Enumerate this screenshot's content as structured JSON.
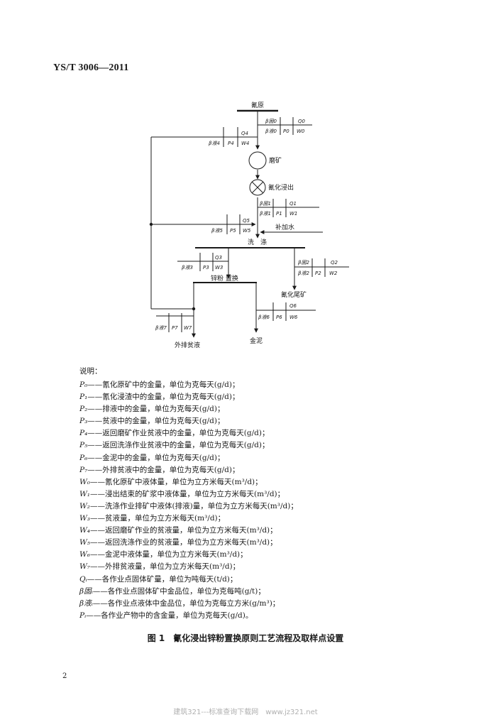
{
  "header": {
    "std_number": "YS/T 3006—2011"
  },
  "diagram": {
    "labels": {
      "cyanide_raw": "氰原",
      "grinding": "磨矿",
      "leaching": "氰化浸出",
      "makeup_water": "补加水",
      "washing": "洗　涤",
      "zinc_replacement": "锌粉 置换",
      "tailings": "氰化尾矿",
      "discharge": "外排贫液",
      "gold_mud": "金泥"
    },
    "boxes": [
      {
        "id": "box0",
        "q": "Q0",
        "bg": "β固0",
        "by": "β液0",
        "p": "P0",
        "w": "W0"
      },
      {
        "id": "box4",
        "q": "Q4",
        "by": "β液4",
        "p": "P4",
        "w": "W4"
      },
      {
        "id": "box1",
        "q": "Q1",
        "bg": "β固1",
        "by": "β液1",
        "p": "P1",
        "w": "W1"
      },
      {
        "id": "box5",
        "q": "Q5",
        "by": "β液5",
        "p": "P5",
        "w": "W5"
      },
      {
        "id": "box3",
        "q": "Q3",
        "by": "β液3",
        "p": "P3",
        "w": "W3"
      },
      {
        "id": "box2",
        "q": "Q2",
        "bg": "β固2",
        "by": "β液2",
        "p": "P2",
        "w": "W2"
      },
      {
        "id": "box6",
        "q": "Q6",
        "by": "β液6",
        "p": "P6",
        "w": "W6"
      },
      {
        "id": "box7",
        "by": "β液7",
        "p": "P7",
        "w": "W7"
      }
    ]
  },
  "legend": {
    "intro": "说明：",
    "items": [
      {
        "sym": "P₀",
        "text": "——氰化原矿中的金量，单位为克每天(g/d)；"
      },
      {
        "sym": "P₁",
        "text": "——氰化浸渣中的金量，单位为克每天(g/d)；"
      },
      {
        "sym": "P₂",
        "text": "——排液中的金量，单位为克每天(g/d)；"
      },
      {
        "sym": "P₃",
        "text": "——贫液中的金量，单位为克每天(g/d)；"
      },
      {
        "sym": "P₄",
        "text": "——返回磨矿作业贫液中的金量，单位为克每天(g/d)；"
      },
      {
        "sym": "P₅",
        "text": "——返回洗涤作业贫液中的金量，单位为克每天(g/d)；"
      },
      {
        "sym": "P₆",
        "text": "——金泥中的金量，单位为克每天(g/d)；"
      },
      {
        "sym": "P₇",
        "text": "——外排贫液中的金量，单位为克每天(g/d)；"
      },
      {
        "sym": "W₀",
        "text": "——氰化原矿中液体量，单位为立方米每天(m³/d)；"
      },
      {
        "sym": "W₁",
        "text": "——浸出结束的矿浆中液体量，单位为立方米每天(m³/d)；"
      },
      {
        "sym": "W₂",
        "text": "——洗涤作业排矿中液体(排液)量，单位为立方米每天(m³/d)；"
      },
      {
        "sym": "W₃",
        "text": "——贫液量，单位为立方米每天(m³/d)；"
      },
      {
        "sym": "W₄",
        "text": "——返回磨矿作业的贫液量，单位为立方米每天(m³/d)；"
      },
      {
        "sym": "W₅",
        "text": "——返回洗涤作业的贫液量，单位为立方米每天(m³/d)；"
      },
      {
        "sym": "W₆",
        "text": "——金泥中液体量，单位为立方米每天(m³/d)；"
      },
      {
        "sym": "W₇",
        "text": "——外排贫液量，单位为立方米每天(m³/d)；"
      },
      {
        "sym": "Qᵢ",
        "text": "——各作业点固体矿量，单位为吨每天(t/d)；"
      },
      {
        "sym": "β固ᵢ",
        "text": "——各作业点固体矿中金品位，单位为克每吨(g/t)；"
      },
      {
        "sym": "β液ᵢ",
        "text": "——各作业点液体中金品位，单位为克每立方米(g/m³)；"
      },
      {
        "sym": "Pᵢ",
        "text": "——各作业产物中的含金量，单位为克每天(g/d)。"
      }
    ]
  },
  "caption": "图 1　氰化浸出锌粉置换原则工艺流程及取样点设置",
  "page_number": "2",
  "footer": "建筑321---标准查询下载网　www.jz321.net",
  "colors": {
    "ink": "#1a1a1a",
    "watermark": "#b0b0b0"
  }
}
